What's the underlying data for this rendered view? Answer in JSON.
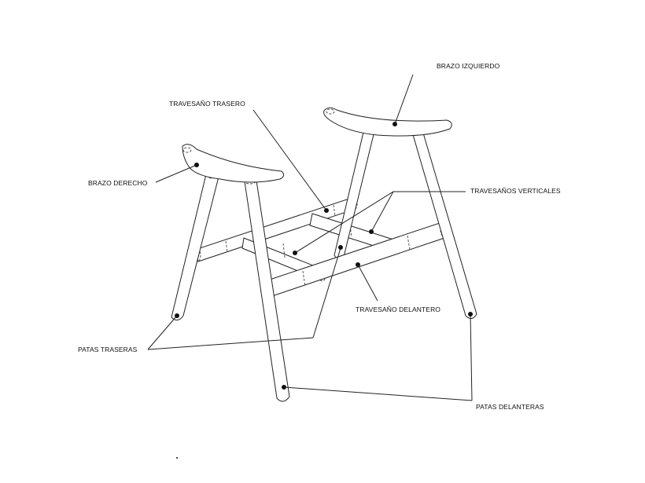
{
  "labels": {
    "brazo_izquierdo": "BRAZO IZQUIERDO",
    "travesano_trasero": "TRAVESAÑO TRASERO",
    "brazo_derecho": "BRAZO DERECHO",
    "travesanos_verticales": "TRAVESAÑOS VERTICALES",
    "travesano_delantero": "TRAVESAÑO DELANTERO",
    "patas_traseras": "PATAS TRASERAS",
    "patas_delanteras": "PATAS DELANTERAS"
  }
}
